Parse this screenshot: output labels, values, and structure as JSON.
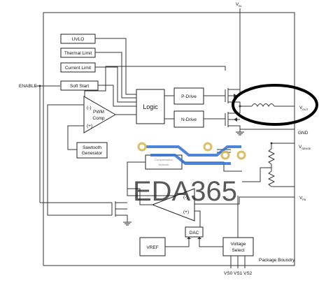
{
  "pins": {
    "vin": "V",
    "vin_sub": "IN",
    "vout": "V",
    "vout_sub": "OUT",
    "gnd": "GND",
    "vsense": "V",
    "vsense_sub": "SENSE",
    "vfb": "V",
    "vfb_sub": "FB",
    "enable": "ENABLE",
    "vs0": "VS0",
    "vs1": "VS1",
    "vs2": "VS2"
  },
  "blocks": {
    "uvlo": "UVLO",
    "thermal_limit": "Thermal Limit",
    "current_limit": "Current Limit",
    "soft_start": "Soft Start",
    "logic": "Logic",
    "p_drive": "P-Drive",
    "n_drive": "N-Drive",
    "pwm_comp_line1": "PWM",
    "pwm_comp_line2": "Comp",
    "pwm_minus": "(-)",
    "pwm_plus": "(+)",
    "sawtooth_line1": "Sawtooth",
    "sawtooth_line2": "Generator",
    "compensation_line1": "Compensation",
    "compensation_line2": "Network",
    "dac": "DAC",
    "vref": "VREF",
    "voltage_select_line1": "Voltage",
    "voltage_select_line2": "Select",
    "amp_minus": "(-)",
    "amp_plus": "(+)",
    "package_boundary": "Package Boundry"
  },
  "watermark": {
    "text": "EDA365"
  },
  "colors": {
    "watermark_blue": "#2f6fd6",
    "watermark_gold": "#d9b24a",
    "highlight_ring": "#000000"
  }
}
